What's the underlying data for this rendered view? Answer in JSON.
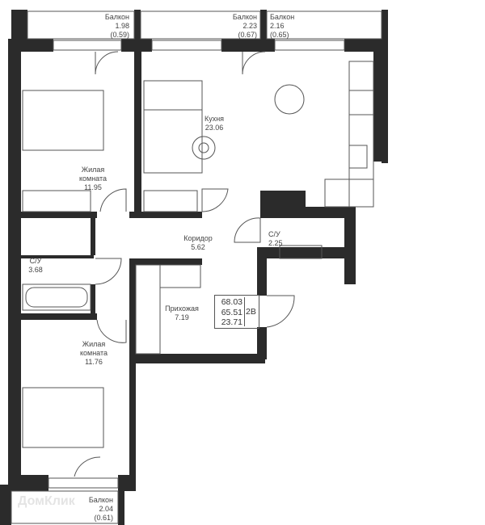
{
  "rooms": {
    "balcony_1": {
      "name": "Балкон",
      "area": "1.98",
      "coef": "(0.59)"
    },
    "balcony_2": {
      "name": "Балкон",
      "area": "2.23",
      "coef": "(0.67)"
    },
    "balcony_3": {
      "name": "Балкон",
      "area": "2.16",
      "coef": "(0.65)"
    },
    "balcony_4": {
      "name": "Балкон",
      "area": "2.04",
      "coef": "(0.61)"
    },
    "kitchen": {
      "name": "Кухня",
      "area": "23.06"
    },
    "living_1": {
      "name1": "Жилая",
      "name2": "комната",
      "area": "11.95"
    },
    "living_2": {
      "name1": "Жилая",
      "name2": "комната",
      "area": "11.76"
    },
    "corridor": {
      "name": "Коридор",
      "area": "5.62"
    },
    "bathroom_1": {
      "name": "С/У",
      "area": "3.68"
    },
    "bathroom_2": {
      "name": "С/У",
      "area": "2.25"
    },
    "hallway": {
      "name": "Прихожая",
      "area": "7.19"
    }
  },
  "summary": {
    "total": "68.03",
    "living_total": "65.51",
    "living": "23.71",
    "type": "2В"
  },
  "watermark": "ДомКлик",
  "colors": {
    "wall": "#2b2b2b",
    "line": "#555555"
  }
}
